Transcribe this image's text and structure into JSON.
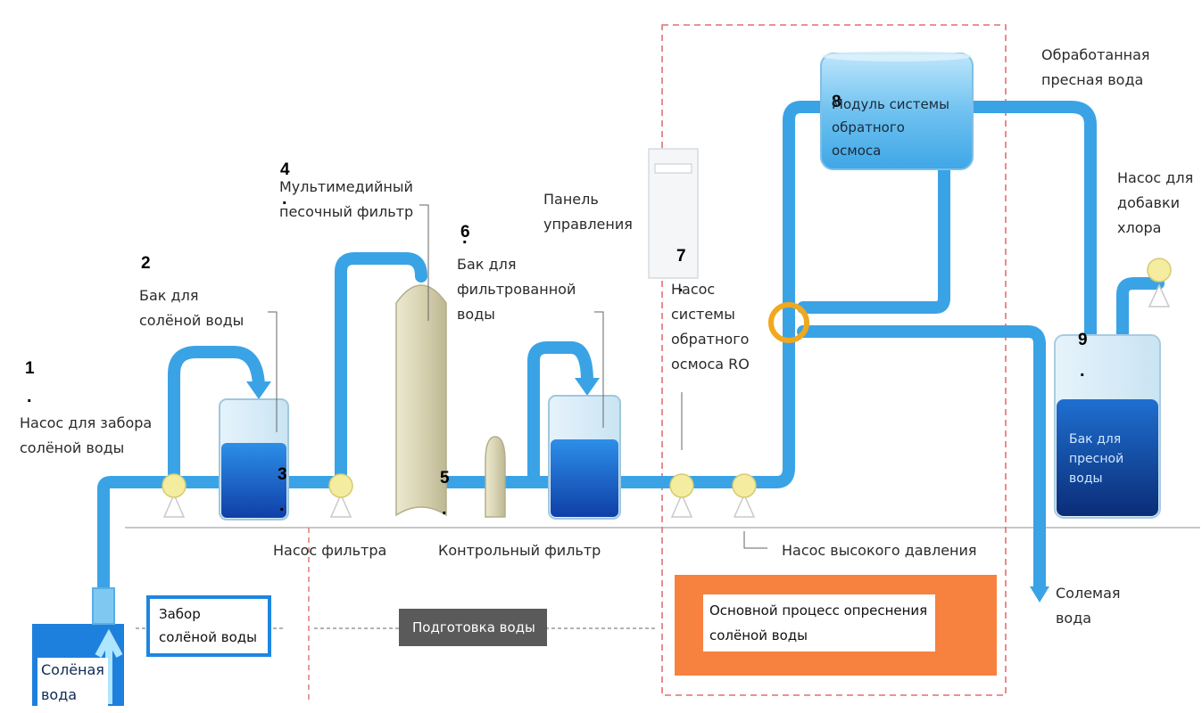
{
  "colors": {
    "pipe": "#3aa3e6",
    "tank_water": "#1a63c8",
    "pump": "#f4ec9e",
    "accent_orange": "#f7813f",
    "ring": "#f0a81e",
    "dash": "#e26f6f",
    "seawater": "#1e80dd"
  },
  "labels": {
    "intake_pump": [
      "Насос для забора",
      "солёной воды"
    ],
    "salt_tank": [
      "Бак для",
      "солёной воды"
    ],
    "sand_filter": [
      "Мультимедийный",
      "песочный фильтр"
    ],
    "filtered_tank": [
      "Бак для",
      "фильтрованной",
      "воды"
    ],
    "control_panel": [
      "Панель",
      "управления"
    ],
    "ro_pump": [
      "Насос",
      "системы",
      "обратного",
      "осмоса RO"
    ],
    "ro_module": [
      "Модуль системы",
      "обратного",
      "осмоса"
    ],
    "treated_water": [
      "Обработанная",
      "пресная вода"
    ],
    "chlorine_pump": [
      "Насос для",
      "добавки",
      "хлора"
    ],
    "fresh_tank": [
      "Бак для",
      "пресной",
      "воды"
    ],
    "filter_pump": "Насос фильтра",
    "control_filter": "Контрольный фильтр",
    "hp_pump": "Насос высокого давления",
    "brine": [
      "Солемая",
      "вода"
    ],
    "seawater": [
      "Солёная",
      "вода"
    ]
  },
  "sections": {
    "intake": [
      "Забор",
      "солёной воды"
    ],
    "pretreatment": "Подготовка воды",
    "main_process": [
      "Основной процесс опреснения",
      "солёной воды"
    ]
  },
  "markers": {
    "m1": "1",
    "m2": "2",
    "m3": "3",
    "m4": "4",
    "m5": "5",
    "m6": "6",
    "m7": "7",
    "m8": "8",
    "m9": "9"
  }
}
